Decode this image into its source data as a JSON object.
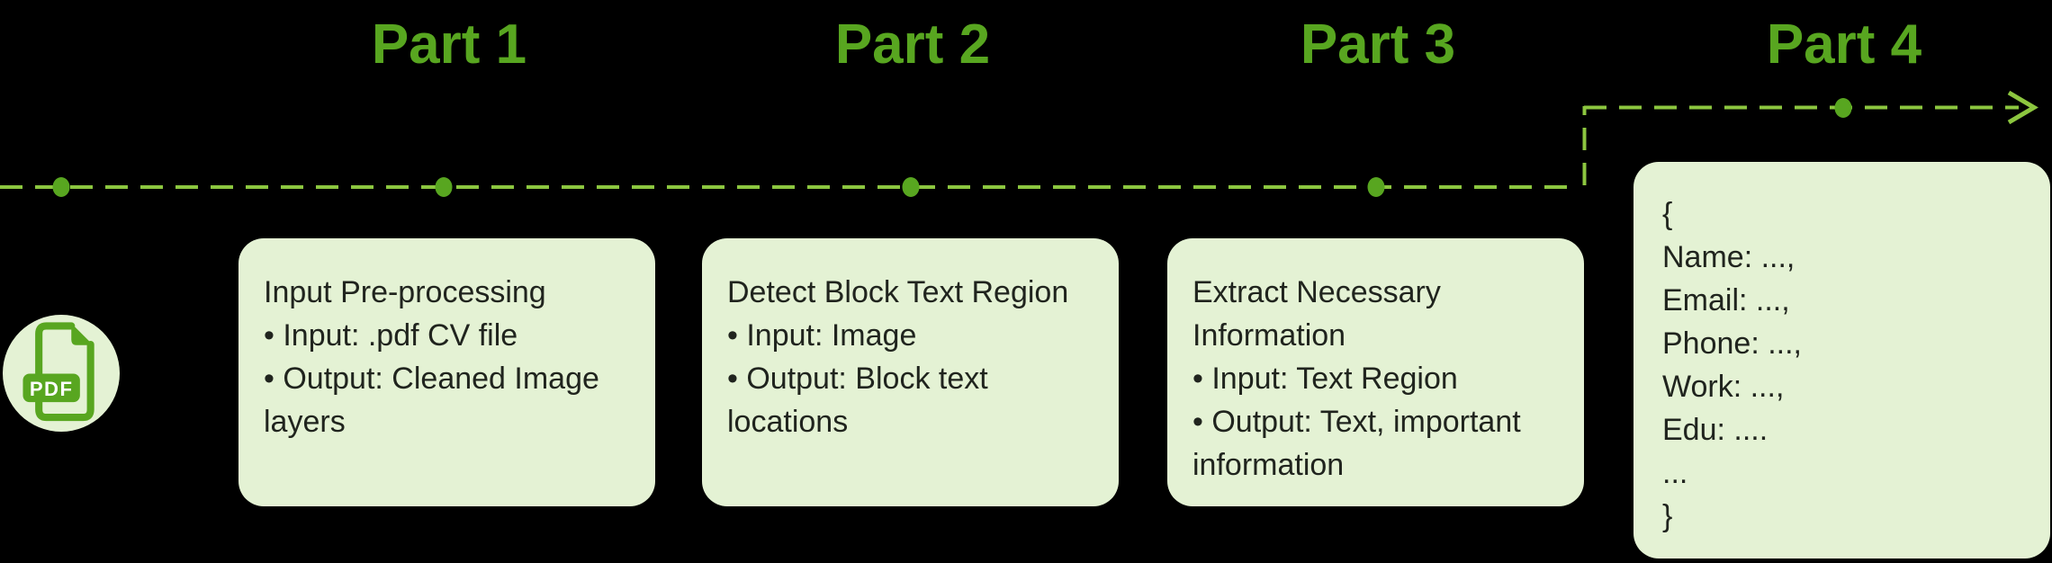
{
  "parts": [
    {
      "label": "Part 1"
    },
    {
      "label": "Part 2"
    },
    {
      "label": "Part 3"
    },
    {
      "label": "Part 4"
    }
  ],
  "pdf_badge": {
    "label": "PDF"
  },
  "cards": [
    {
      "name": "input-preprocessing",
      "lines": [
        "Input Pre-processing",
        "• Input: .pdf CV file",
        "• Output: Cleaned Image",
        "layers"
      ]
    },
    {
      "name": "detect-block-text-region",
      "lines": [
        "Detect Block Text Region",
        "• Input: Image",
        "• Output: Block text",
        "locations"
      ]
    },
    {
      "name": "extract-necessary-information",
      "lines": [
        "Extract Necessary",
        "Information",
        "• Input: Text Region",
        "• Output: Text, important",
        "information"
      ]
    },
    {
      "name": "structured-json-output",
      "lines": [
        "{",
        "Name: ...,",
        "Email: ...,",
        "Phone: ...,",
        "Work: ...,",
        "Edu: ....",
        "...",
        "}"
      ]
    }
  ],
  "colors": {
    "background": "#000000",
    "accent_green": "#58a620",
    "line_green": "#8cc63f",
    "card_bg": "#e4f2d4",
    "card_text": "#20241e",
    "badge_text": "#ffffff"
  }
}
